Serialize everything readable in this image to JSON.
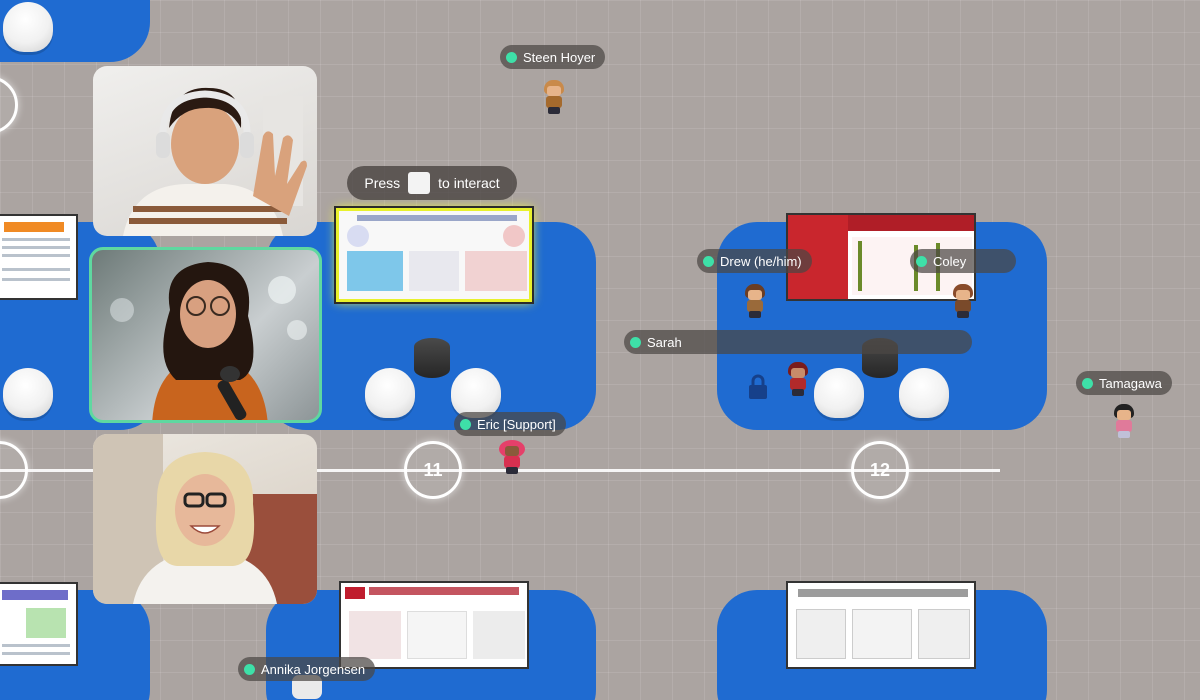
{
  "space": {
    "interact_hint": {
      "before": "Press",
      "after": "to interact"
    },
    "poster_markers": [
      "11",
      "12"
    ],
    "players": [
      {
        "name": "Steen Hoyer"
      },
      {
        "name": "Drew (he/him)"
      },
      {
        "name": "Coley"
      },
      {
        "name": "Sarah"
      },
      {
        "name": "Tamagawa"
      },
      {
        "name": "Eric [Support]"
      },
      {
        "name": "Annika Jorgensen"
      }
    ]
  },
  "video_tiles": [
    {
      "id": "participant-1",
      "description_icon": "person-waving-headphones"
    },
    {
      "id": "participant-2",
      "description_icon": "person-with-microphone",
      "active_speaker": true
    },
    {
      "id": "participant-3",
      "description_icon": "person-laughing-glasses"
    }
  ],
  "colors": {
    "floor": "#aba4a1",
    "booth": "#1f6bd1",
    "status_dot": "#3ee0a8",
    "highlight": "#e8f12c",
    "active_speaker": "#5fd8a0"
  }
}
